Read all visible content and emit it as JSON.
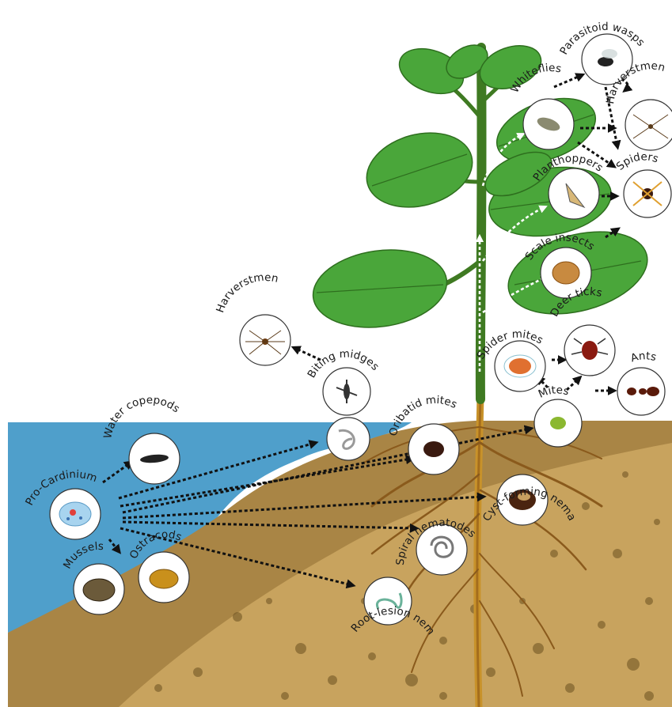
{
  "diagram": {
    "source_node": "Pro-Cardinium",
    "hosts": {
      "water_copepods": "Water copepods",
      "ostracods": "Ostracods",
      "mussels": "Mussels",
      "biting_midges": "Biting midges",
      "harvestmen_left": "Harverstmen",
      "oribatid_mites": "Oribatid mites",
      "spiral_nematodes": "Spiral nematodes",
      "root_lesion_nematodes": "Root-lesion nematodes",
      "cyst_forming_nematodes": "Cyst-forming nematodes",
      "mites": "Mites",
      "spider_mites": "Spider mites",
      "deer_ticks": "Deer ticks",
      "ants": "Ants",
      "scale_insects": "Scale insects",
      "planthoppers": "Planthoppers",
      "whiteflies": "Whiteflies",
      "spiders": "Spiders",
      "harvestmen_right": "Harverstmen",
      "parasitoid_wasps": "Parasitoid wasps"
    }
  },
  "colors": {
    "water": "#4f9fcb",
    "soil_light": "#c9a25a",
    "soil_dark": "#9a7a3c",
    "leaf": "#4aa63a",
    "stem": "#3f7a22",
    "root": "#c8922a",
    "arrow": "#111111"
  }
}
